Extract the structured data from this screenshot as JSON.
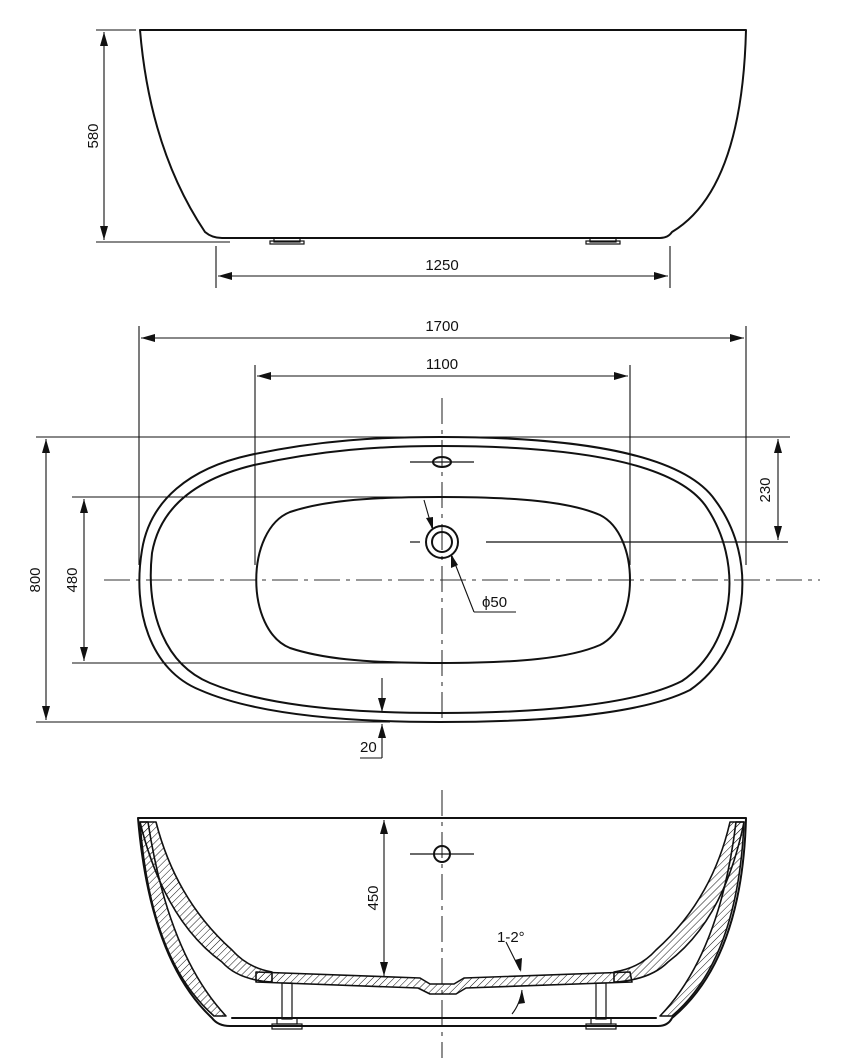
{
  "dimensions": {
    "side_height": "580",
    "feet_spacing": "1250",
    "overall_length": "1700",
    "inner_length": "1100",
    "overall_width": "800",
    "inner_width": "480",
    "drain_offset": "230",
    "drain_diameter": "ϕ50",
    "rim_thickness": "20",
    "section_depth": "450",
    "floor_slope": "1-2°"
  }
}
